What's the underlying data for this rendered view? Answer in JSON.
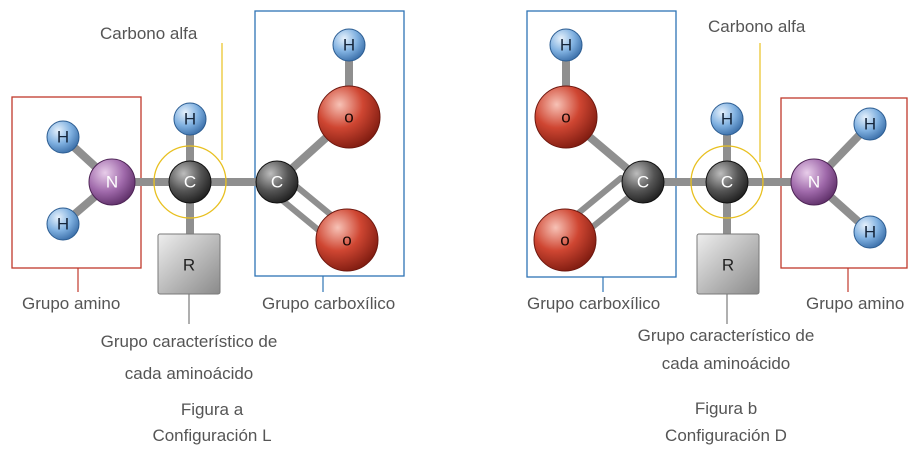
{
  "colors": {
    "hydrogen": "#6fa3d8",
    "nitrogen": "#9a5ea4",
    "carbon": "#4a4a4a",
    "oxygen": "#c63a2a",
    "r_group": "#9e9e9e",
    "amino_box": "#c0392b",
    "carboxyl_box": "#2e74b5",
    "alpha_marker": "#e8c020",
    "bond": "#8c8c8c",
    "label_text": "#555555"
  },
  "atom_symbols": {
    "hydrogen": "H",
    "nitrogen": "N",
    "carbon": "C",
    "oxygen": "o",
    "r_group": "R"
  },
  "figure_a": {
    "carbon_alfa": "Carbono alfa",
    "grupo_amino": "Grupo amino",
    "grupo_carboxilico": "Grupo carboxílico",
    "grupo_caracteristico_line1": "Grupo característico de",
    "grupo_caracteristico_line2": "cada aminoácido",
    "caption_line1": "Figura a",
    "caption_line2": "Configuración L"
  },
  "figure_b": {
    "carbon_alfa": "Carbono alfa",
    "grupo_amino": "Grupo amino",
    "grupo_carboxilico": "Grupo carboxílico",
    "grupo_caracteristico_line1": "Grupo característico de",
    "grupo_caracteristico_line2": "cada aminoácido",
    "caption_line1": "Figura b",
    "caption_line2": "Configuración D"
  }
}
